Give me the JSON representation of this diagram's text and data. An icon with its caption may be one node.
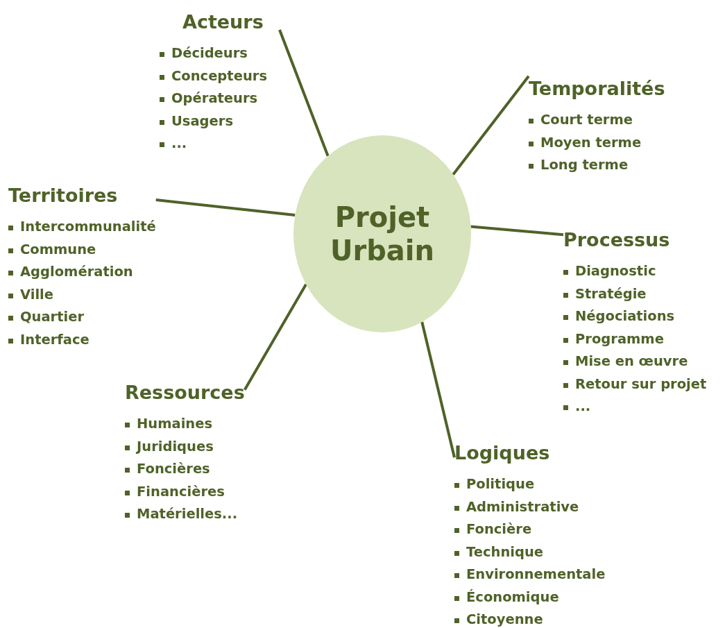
{
  "diagram": {
    "nodes": [
      {
        "text": [
          "Acteurs",
          "Décideurs",
          "Concepteurs",
          "Opérateurs",
          "Usagers",
          "..."
        ]
      },
      {
        "text": [
          "Temporalités",
          "Court terme",
          "Moyen terme",
          "Long terme"
        ]
      },
      {
        "text": [
          "Territoires",
          "Intercommunalité",
          "Commune",
          "Agglomération",
          "Ville",
          "Quartier",
          "Interface"
        ]
      },
      {
        "text": [
          "Projet Urbain"
        ]
      },
      {
        "text": [
          "Processus",
          "Diagnostic",
          "Stratégie",
          "Négociations",
          "Programme",
          "Mise en œuvre",
          "Retour sur projet",
          "..."
        ]
      },
      {
        "text": [
          "Ressources",
          "Humaines",
          "Juridiques",
          "Foncières",
          "Financières",
          "Matérielles..."
        ]
      },
      {
        "text": [
          "Logiques",
          "Politique",
          "Administrative",
          "Foncière",
          "Technique",
          "Environnementale",
          "Économique",
          "Citoyenne"
        ]
      }
    ],
    "edges": [
      {
        "from": 3,
        "to": 0,
        "arrow": "none"
      },
      {
        "from": 3,
        "to": 1,
        "arrow": "none"
      },
      {
        "from": 3,
        "to": 2,
        "arrow": "none"
      },
      {
        "from": 3,
        "to": 4,
        "arrow": "none"
      },
      {
        "from": 3,
        "to": 5,
        "arrow": "none"
      },
      {
        "from": 3,
        "to": 6,
        "arrow": "none"
      }
    ]
  }
}
